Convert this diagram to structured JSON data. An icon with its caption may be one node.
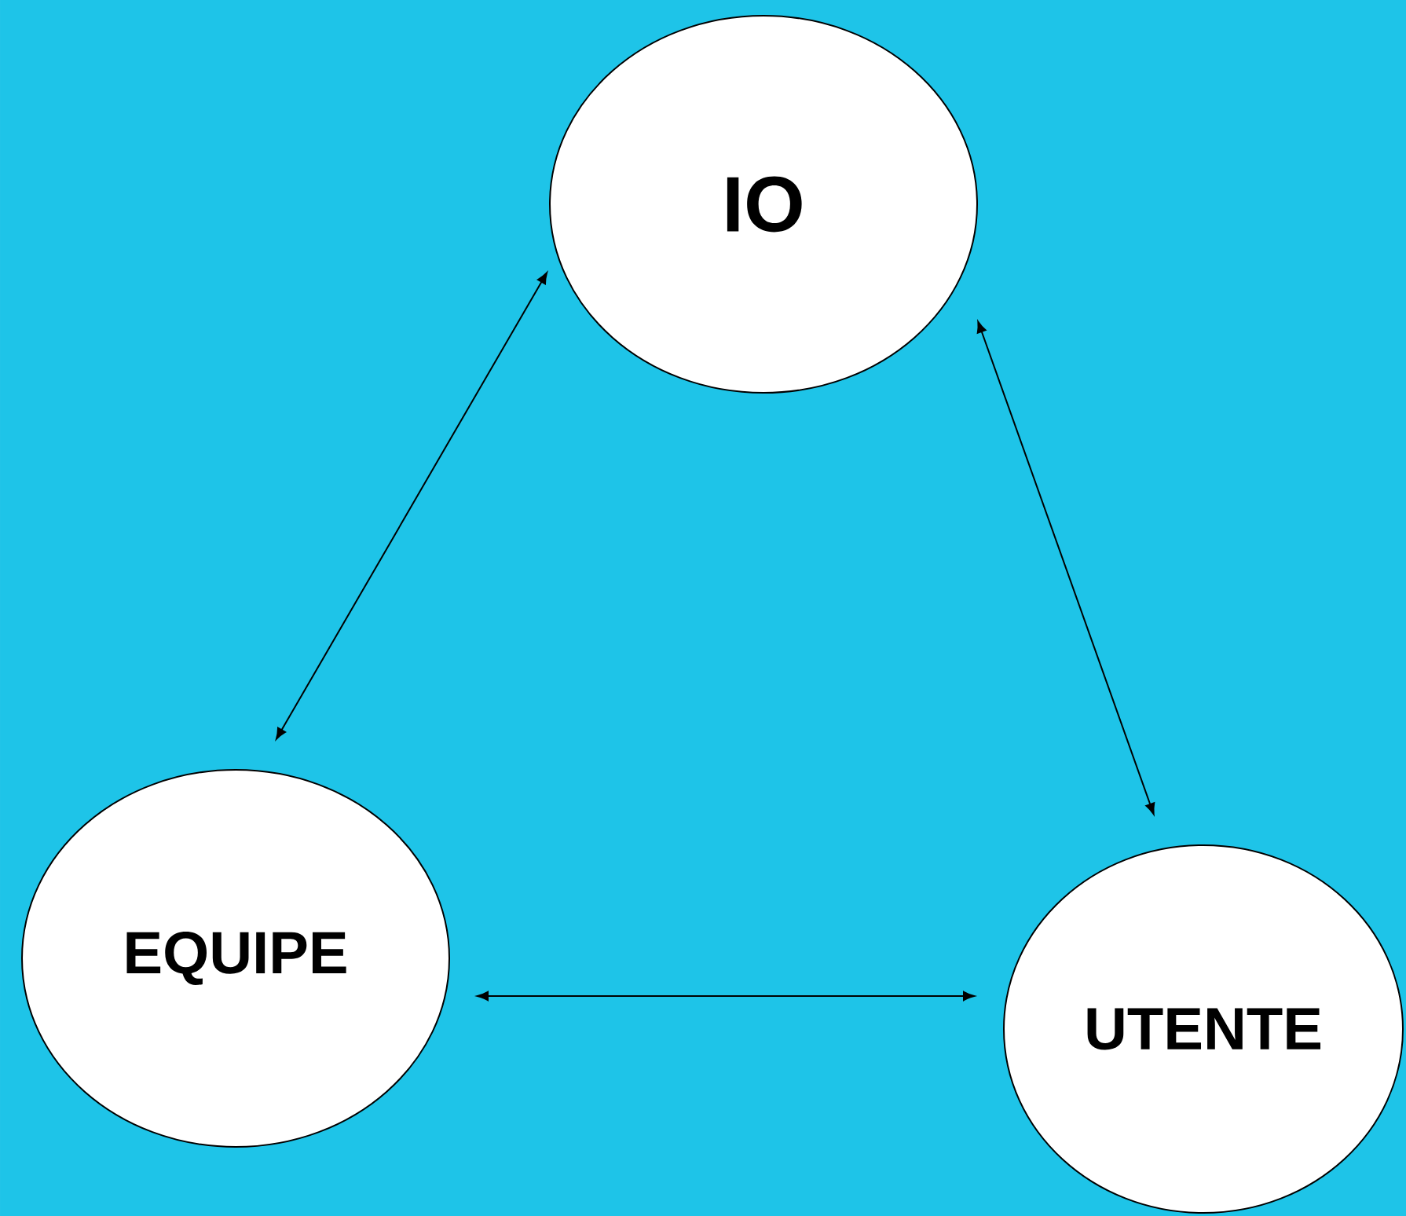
{
  "diagram": {
    "nodes": [
      {
        "text": [
          "IO"
        ]
      },
      {
        "text": [
          "EQUIPE"
        ]
      },
      {
        "text": [
          "UTENTE"
        ]
      }
    ],
    "edges": [
      {
        "from": 0,
        "to": 1,
        "arrow": "both"
      },
      {
        "from": 1,
        "to": 2,
        "arrow": "both"
      },
      {
        "from": 0,
        "to": 2,
        "arrow": "both"
      }
    ]
  }
}
